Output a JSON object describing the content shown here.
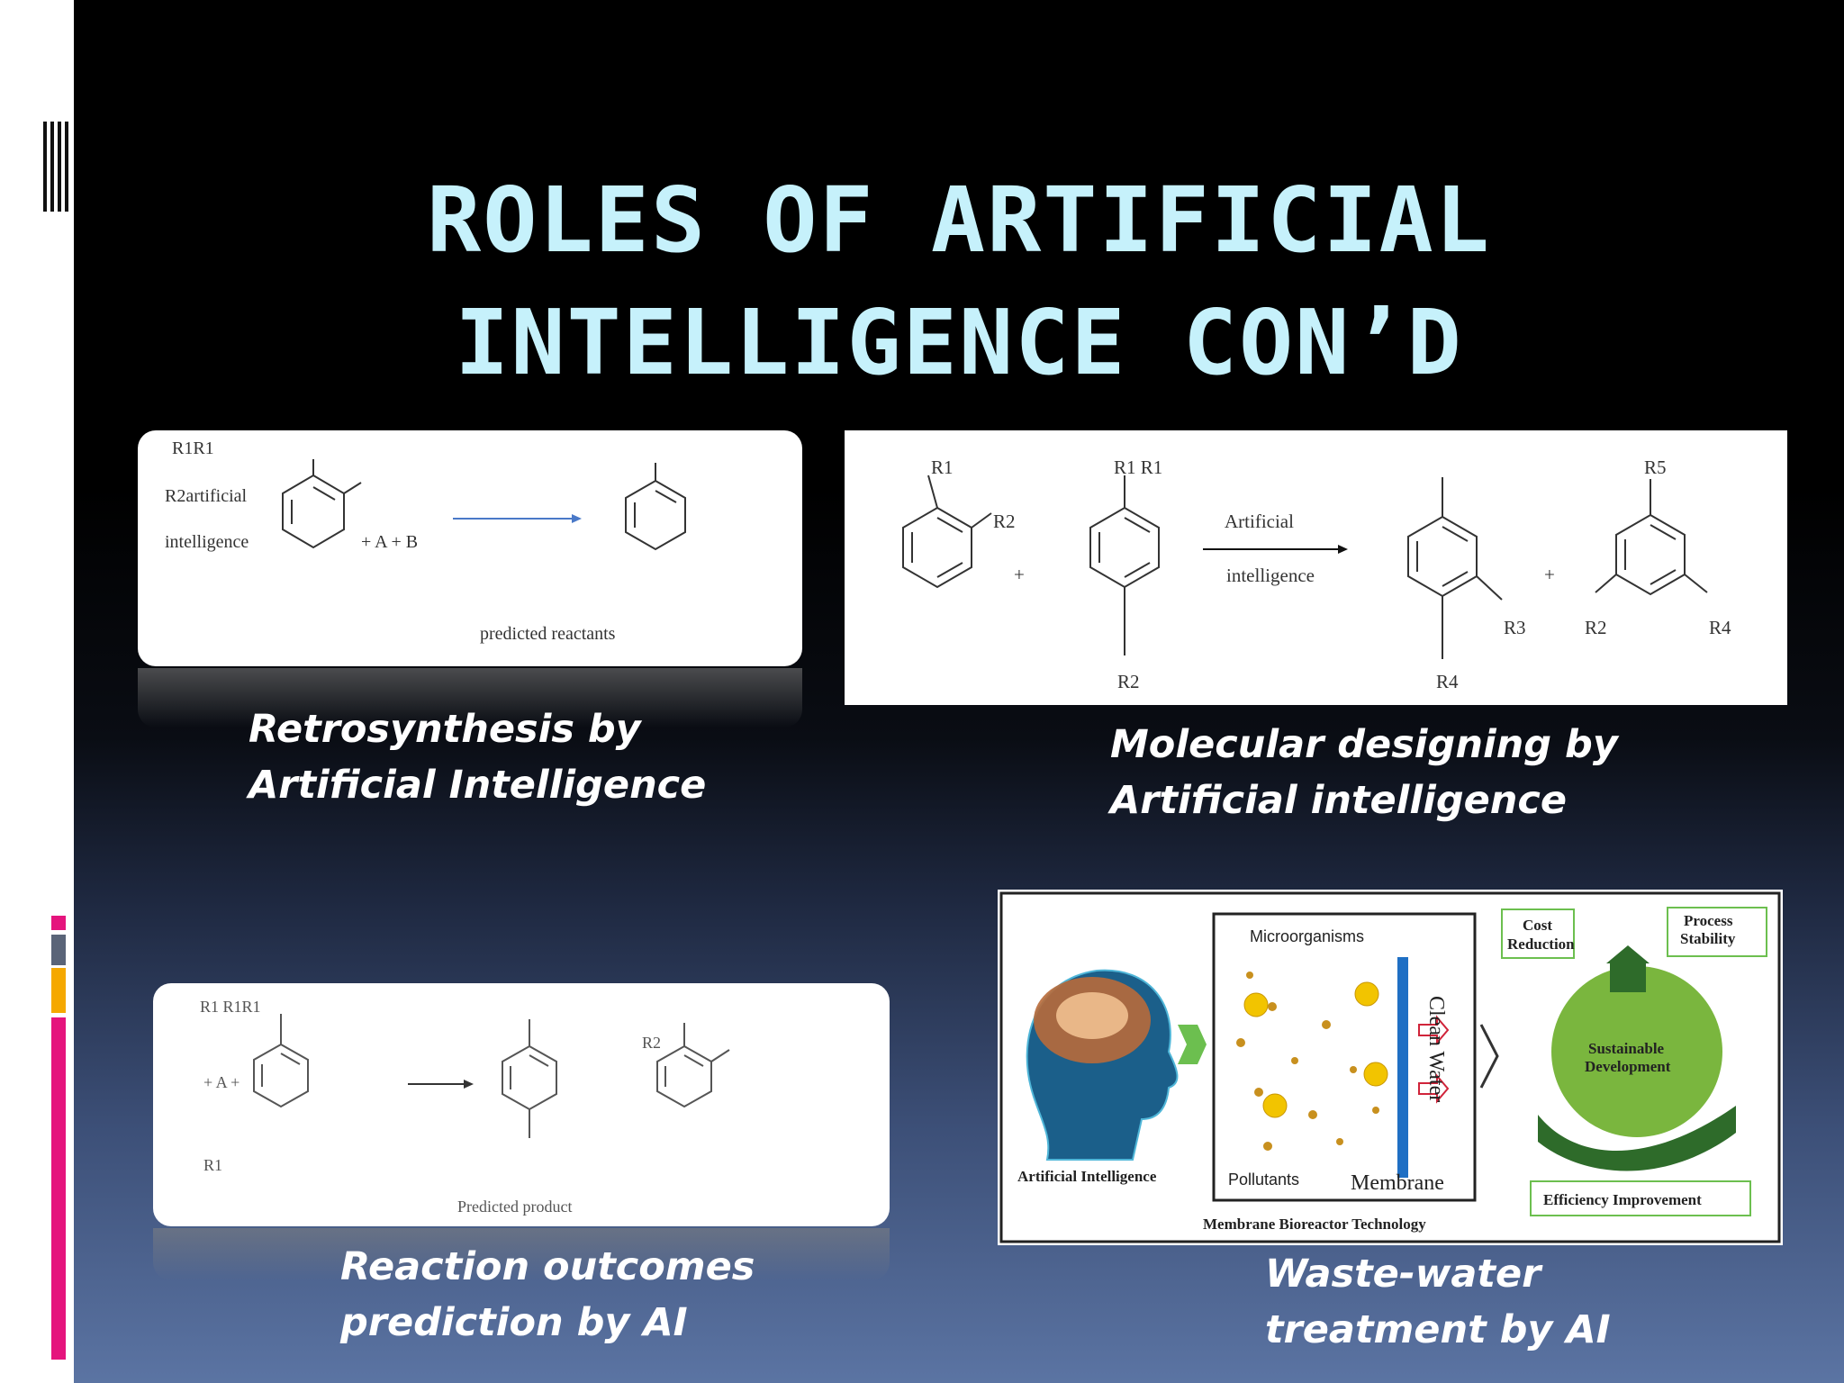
{
  "slide": {
    "title_line1": "ROLES OF ARTIFICIAL",
    "title_line2": "INTELLIGENCE CON’D",
    "colors": {
      "title": "#c6f1fb",
      "accent_magenta": "#e5147d",
      "accent_orange": "#f5a800",
      "accent_gray": "#5a6478"
    }
  },
  "panels": {
    "retrosynthesis": {
      "labels": {
        "r_top": "R1R1",
        "r2_artificial": "R2artificial",
        "intelligence": "intelligence",
        "plus_ab": "+ A + B",
        "predicted": "predicted reactants"
      },
      "caption_line1": "Retrosynthesis by",
      "caption_line2": "Artificial Intelligence"
    },
    "molecular": {
      "labels": {
        "r1": "R1",
        "r2": "R2",
        "r1r1": "R1  R1",
        "r2b": "R2",
        "plus1": "+",
        "artificial": "Artificial",
        "intelligence": "intelligence",
        "r3": "R3",
        "r4": "R4",
        "plus2": "+",
        "r5": "R5",
        "r2c": "R2",
        "r4b": "R4"
      },
      "caption_line1": "Molecular designing by",
      "caption_line2": "Artificial intelligence"
    },
    "reaction": {
      "labels": {
        "r_top": "R1 R1R1",
        "plus_a": "+ A +",
        "r_bottom": "R1",
        "r2": "R2",
        "predicted": "Predicted product"
      },
      "caption_line1": "Reaction outcomes",
      "caption_line2": "prediction by AI"
    },
    "wastewater": {
      "labels": {
        "microorganisms": "Microorganisms",
        "clean_water": "Clean Water",
        "pollutants": "Pollutants",
        "membrane": "Membrane",
        "ai": "Artificial Intelligence",
        "mbr": "Membrane Bioreactor Technology",
        "cost": "Cost",
        "reduction": "Reduction",
        "process": "Process",
        "stability": "Stability",
        "sustainable": "Sustainable",
        "development": "Development",
        "efficiency": "Efficiency Improvement"
      },
      "caption_line1": "Waste-water",
      "caption_line2": "treatment by AI"
    }
  }
}
